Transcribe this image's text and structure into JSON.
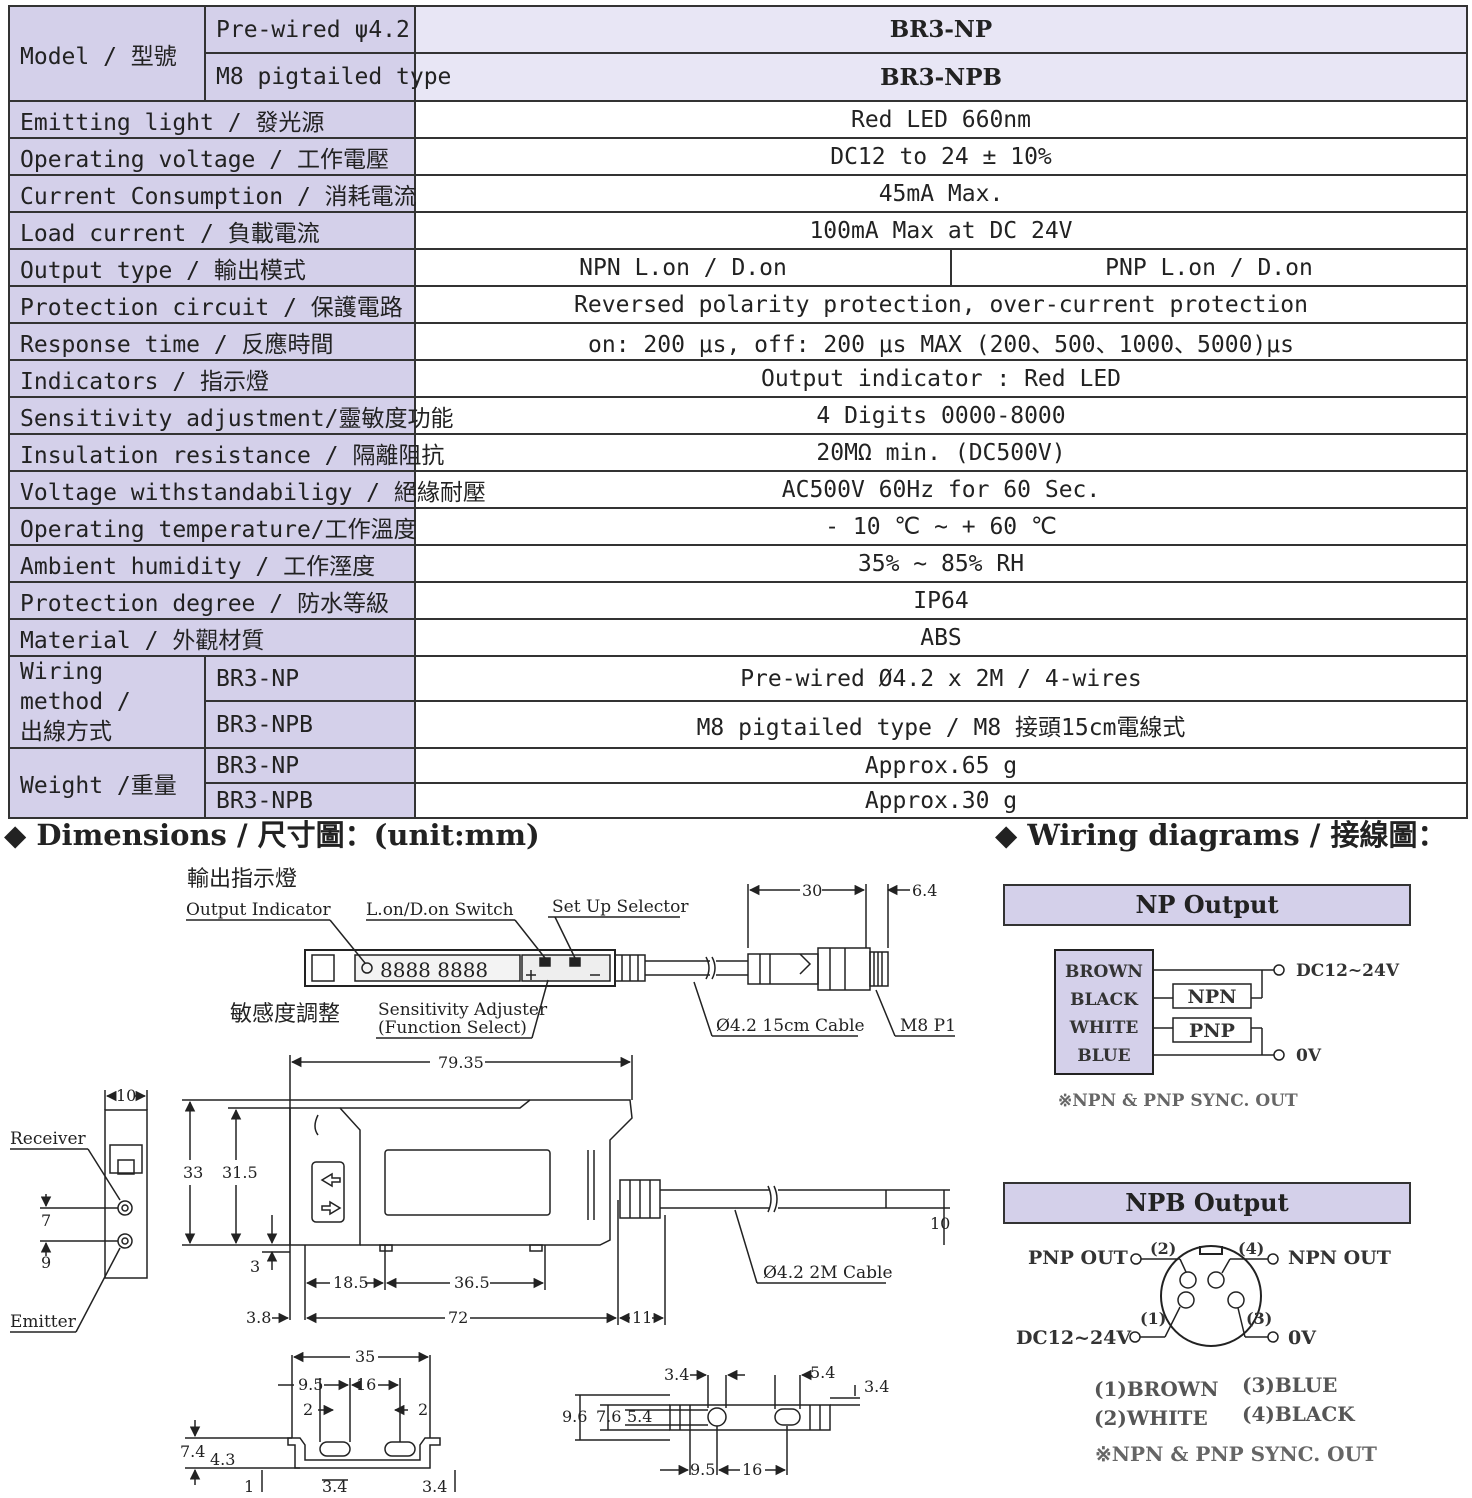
{
  "spec_table": {
    "model_label": "Model / 型號",
    "prewired_label": "Pre-wired ψ4.2",
    "m8_label": "M8 pigtailed type",
    "model_np": "BR3-NP",
    "model_npb": "BR3-NPB",
    "rows": [
      {
        "label": "Emitting light / 發光源",
        "value": "Red LED 660nm"
      },
      {
        "label": "Operating voltage / 工作電壓",
        "value": "DC12 to 24 ± 10%"
      },
      {
        "label": "Current Consumption / 消耗電流",
        "value": "45mA Max."
      },
      {
        "label": "Load current / 負載電流",
        "value": "100mA Max at DC 24V"
      },
      {
        "label": "Output type / 輸出模式",
        "value_npn": "NPN  L.on / D.on",
        "value_pnp": "PNP L.on / D.on"
      },
      {
        "label": "Protection circuit / 保護電路",
        "value": "Reversed polarity protection, over-current protection"
      },
      {
        "label": "Response time / 反應時間",
        "value": "on: 200 μs, off: 200 μs MAX (200、500、1000、5000)μs"
      },
      {
        "label": "Indicators / 指示燈",
        "value": "Output indicator : Red LED"
      },
      {
        "label": "Sensitivity adjustment/靈敏度功能",
        "value": "4 Digits 0000-8000"
      },
      {
        "label": "Insulation resistance / 隔離阻抗",
        "value": "20MΩ min. (DC500V)"
      },
      {
        "label": "Voltage withstandabiligy / 絕緣耐壓",
        "value": "AC500V 60Hz for 60 Sec."
      },
      {
        "label": "Operating temperature/工作溫度",
        "value": "- 10 ℃ ~ + 60 ℃"
      },
      {
        "label": "Ambient humidity / 工作溼度",
        "value": "35% ~ 85%  RH"
      },
      {
        "label": "Protection degree / 防水等級",
        "value": "IP64"
      },
      {
        "label": "Material / 外觀材質",
        "value": "ABS"
      }
    ],
    "wiring_label_1": "Wiring method /",
    "wiring_label_2": "出線方式",
    "wiring_np": "BR3-NP",
    "wiring_np_value": "Pre-wired Ø4.2 x 2M / 4-wires",
    "wiring_npb": "BR3-NPB",
    "wiring_npb_value": "M8 pigtailed type / M8 接頭15cm電線式",
    "weight_label": "Weight /重量",
    "weight_np": "BR3-NP",
    "weight_np_value": "Approx.65 g",
    "weight_npb": "BR3-NPB",
    "weight_npb_value": "Approx.30 g"
  },
  "dimensions": {
    "title": "◆ Dimensions / 尺寸圖：(unit:mm)",
    "output_indicator_cn": "輸出指示燈",
    "output_indicator": "Output Indicator",
    "lon_switch": "L.on/D.on Switch",
    "setup_selector": "Set Up Selector",
    "sens_cn": "敏感度調整",
    "sens_adjuster": "Sensitivity Adjuster",
    "function_select": "(Function Select)",
    "cable_15": "Ø4.2 15cm Cable",
    "m8p1": "M8 P1",
    "cable_2m": "Ø4.2 2M Cable",
    "receiver": "Receiver",
    "emitter": "Emitter",
    "d_30": "30",
    "d_64": "6.4",
    "d_7935": "79.35",
    "d_10a": "10",
    "d_33": "33",
    "d_315": "31.5",
    "d_7": "7",
    "d_9": "9",
    "d_3": "3",
    "d_185": "18.5",
    "d_365": "36.5",
    "d_10b": "10",
    "d_38": "3.8",
    "d_72": "72",
    "d_11": "11",
    "d_35": "35",
    "d_95a": "9.5",
    "d_16a": "16",
    "d_2a": "2",
    "d_2b": "2",
    "d_74": "7.4",
    "d_43": "4.3",
    "d_1": "1",
    "d_34a": "3.4",
    "d_34b": "3.4",
    "d_34c": "3.4",
    "d_54a": "5.4",
    "d_34d": "3.4",
    "d_96": "9.6",
    "d_76": "7.6",
    "d_54b": "5.4",
    "d_95b": "9.5",
    "d_16b": "16",
    "lcd_digits": "8888 8888"
  },
  "wiring": {
    "title": "◆ Wiring diagrams / 接線圖：",
    "np_output": "NP Output",
    "npb_output": "NPB Output",
    "wires": [
      "BROWN",
      "BLACK",
      "WHITE",
      "BLUE"
    ],
    "npn": "NPN",
    "pnp": "PNP",
    "dc": "DC12~24V",
    "zero_v": "0V",
    "sync_note": "※NPN & PNP SYNC. OUT",
    "pnp_out": "PNP OUT",
    "npn_out": "NPN OUT",
    "dc2": "DC12~24V",
    "zero_v2": "0V",
    "pin1": "(1)",
    "pin2": "(2)",
    "pin3": "(3)",
    "pin4": "(4)",
    "legend_1": "(1)BROWN",
    "legend_2": "(2)WHITE",
    "legend_3": "(3)BLUE",
    "legend_4": "(4)BLACK",
    "sync_note2": "※NPN & PNP SYNC. OUT"
  }
}
